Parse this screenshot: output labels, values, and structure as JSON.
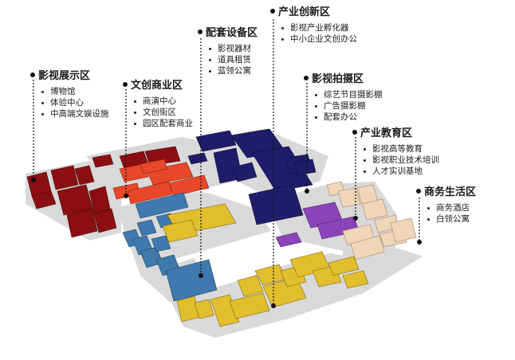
{
  "colors": {
    "ground": "#d9d9d9",
    "road": "#ffffff",
    "film_exhibit": "#8b0f12",
    "cultural_commerce": "#e8472a",
    "cultural_commerce_blue": "#3f79ad",
    "equipment": "#1f1d6b",
    "shooting": "#8a44b8",
    "education": "#f0d6b8",
    "innovation": "#e2be2c",
    "leader": "#111111"
  },
  "zones": [
    {
      "key": "film_exhibit",
      "title": "影视展示区",
      "items": [
        "博物馆",
        "体验中心",
        "中高端文娱设施"
      ]
    },
    {
      "key": "cultural_commerce",
      "title": "文创商业区",
      "items": [
        "商演中心",
        "文创街区",
        "园区配套商业"
      ]
    },
    {
      "key": "equipment",
      "title": "配套设备区",
      "items": [
        "影视器材",
        "道具租赁",
        "蓝领公寓"
      ]
    },
    {
      "key": "innovation",
      "title": "产业创新区",
      "items": [
        "影视产业孵化器",
        "中小企业文创办公"
      ]
    },
    {
      "key": "shooting",
      "title": "影视拍摄区",
      "items": [
        "综艺节目摄影棚",
        "广告摄影棚",
        "配套办公"
      ]
    },
    {
      "key": "education",
      "title": "产业教育区",
      "items": [
        "影视高等教育",
        "影视职业技术培训",
        "人才实训基地"
      ]
    },
    {
      "key": "business_life",
      "title": "商务生活区",
      "items": [
        "商务酒店",
        "白领公寓"
      ]
    }
  ]
}
